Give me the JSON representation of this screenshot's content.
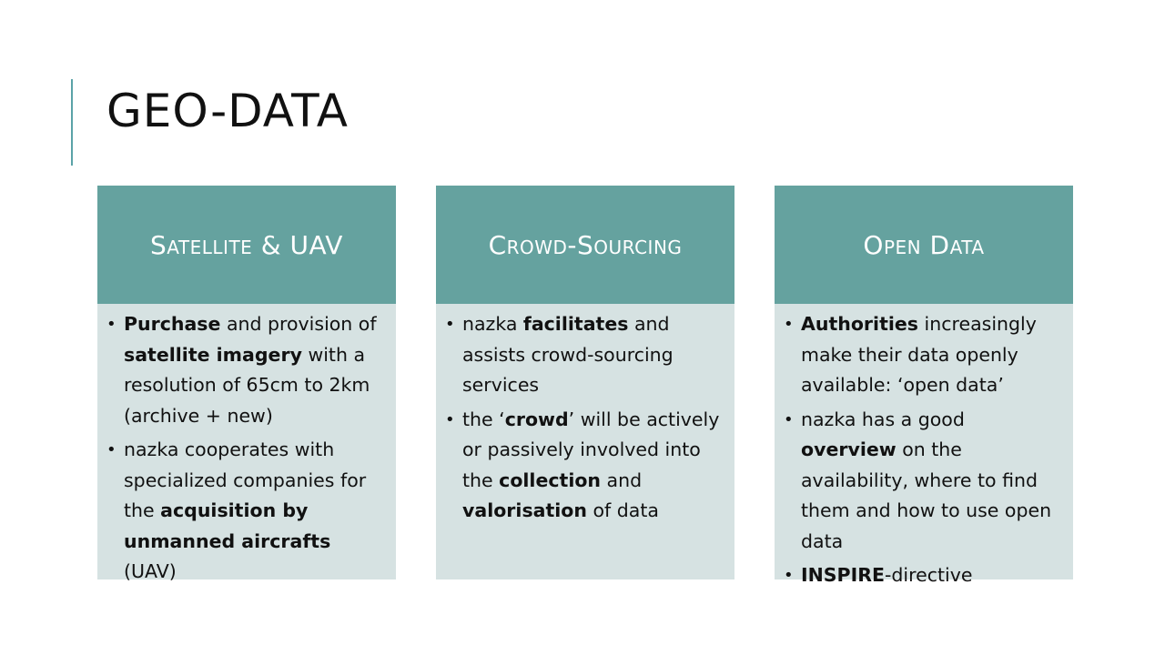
{
  "slide": {
    "title": "GEO-DATA",
    "accent_color": "#5ba3a8",
    "header_color": "#65a29f",
    "body_color": "#d6e2e2"
  },
  "cards": [
    {
      "heading": "Satellite & UAV",
      "bullets": [
        [
          {
            "text": "Purchase",
            "bold": true
          },
          {
            "text": " and provision of ",
            "bold": false
          },
          {
            "text": "satellite imagery",
            "bold": true
          },
          {
            "text": " with a resolution of 65cm to 2km (archive + new)",
            "bold": false
          }
        ],
        [
          {
            "text": "nazka cooperates with specialized companies for the ",
            "bold": false
          },
          {
            "text": "acquisition by unmanned aircrafts",
            "bold": true
          },
          {
            "text": " (UAV)",
            "bold": false
          }
        ]
      ]
    },
    {
      "heading": "Crowd-Sourcing",
      "bullets": [
        [
          {
            "text": "nazka ",
            "bold": false
          },
          {
            "text": "facilitates",
            "bold": true
          },
          {
            "text": " and assists crowd-sourcing services",
            "bold": false
          }
        ],
        [
          {
            "text": "the ‘",
            "bold": false
          },
          {
            "text": "crowd",
            "bold": true
          },
          {
            "text": "’ will be actively or passively involved into the ",
            "bold": false
          },
          {
            "text": "collection",
            "bold": true
          },
          {
            "text": " and ",
            "bold": false
          },
          {
            "text": "valorisation",
            "bold": true
          },
          {
            "text": " of data",
            "bold": false
          }
        ]
      ]
    },
    {
      "heading": "Open Data",
      "bullets": [
        [
          {
            "text": "Authorities",
            "bold": true
          },
          {
            "text": " increasingly make their data openly available: ‘open data’",
            "bold": false
          }
        ],
        [
          {
            "text": "nazka has a good ",
            "bold": false
          },
          {
            "text": "overview",
            "bold": true
          },
          {
            "text": " on the availability, where to find them and how to use open data",
            "bold": false
          }
        ],
        [
          {
            "text": "INSPIRE",
            "bold": true
          },
          {
            "text": "-directive",
            "bold": false
          }
        ]
      ]
    }
  ]
}
